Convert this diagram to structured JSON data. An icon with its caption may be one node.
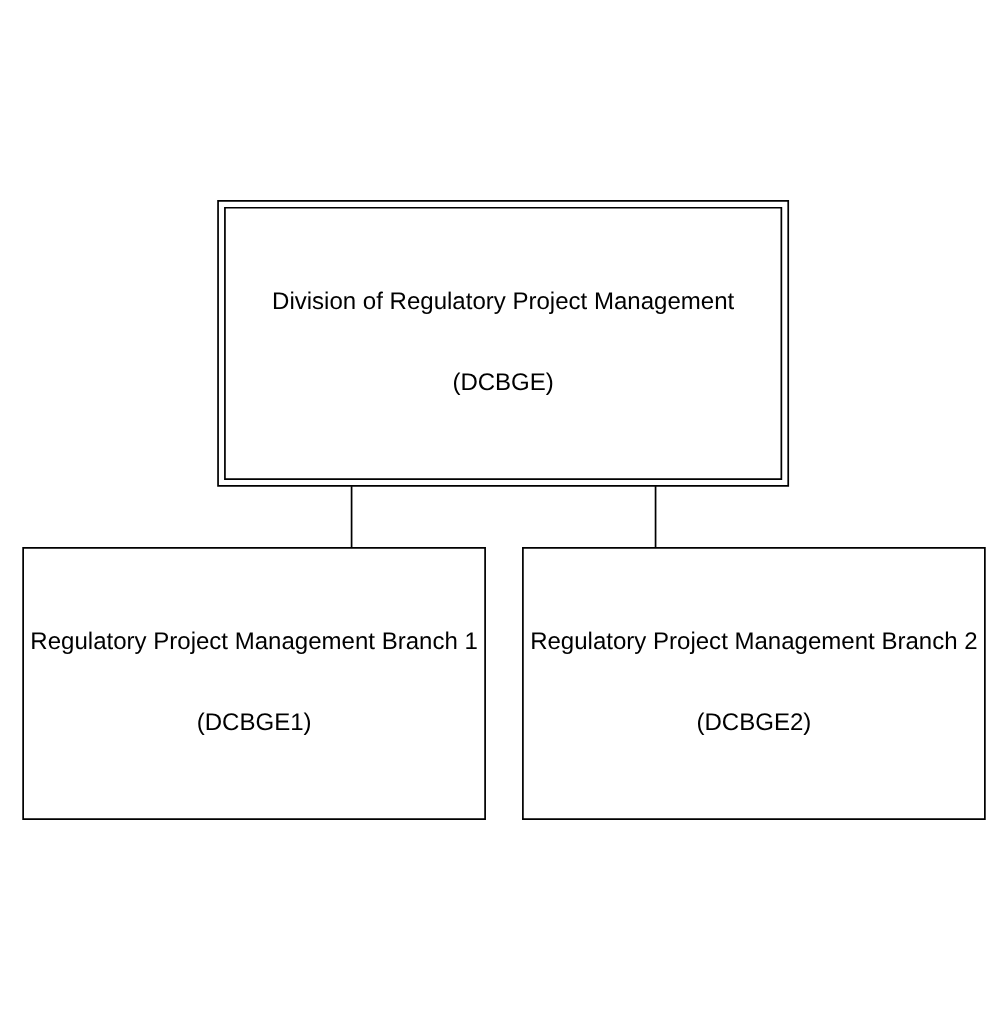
{
  "diagram": {
    "nodes": [
      {
        "text": [
          "Division of Regulatory Project Management",
          "(DCBGE)"
        ]
      },
      {
        "text": [
          "Regulatory Project Management Branch 1",
          "(DCBGE1)"
        ]
      },
      {
        "text": [
          "Regulatory Project Management Branch 2",
          "(DCBGE2)"
        ]
      }
    ],
    "edges": [
      {
        "from": 0,
        "to": 1,
        "arrow": "none"
      },
      {
        "from": 0,
        "to": 2,
        "arrow": "none"
      }
    ]
  }
}
